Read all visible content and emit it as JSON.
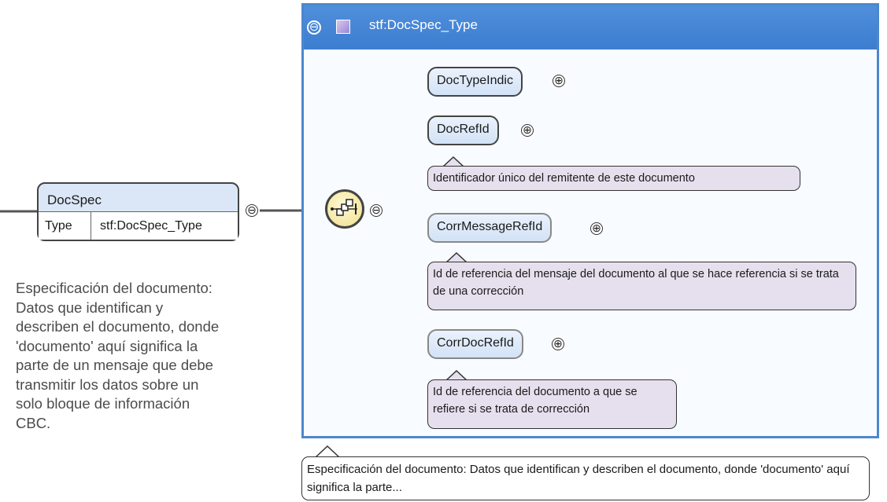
{
  "diagram": {
    "root": {
      "name": "DocSpec",
      "type_label": "Type",
      "type_value": "stf:DocSpec_Type",
      "collapse_symbol": "⊖",
      "documentation": "Especificación del documento: Datos que identifican y describen el documento, donde 'documento' aquí significa la parte de un mensaje que debe transmitir los datos sobre un solo bloque de información CBC."
    },
    "complex_type": {
      "title": "stf:DocSpec_Type",
      "collapse_symbol": "⊖",
      "compositor": "sequence",
      "compositor_collapse_symbol": "⊖",
      "documentation": "Especificación del documento: Datos que identifican y describen el documento, donde 'documento' aquí significa la parte...",
      "header_color": "#4a8ad9",
      "border_color": "#4d87cc"
    },
    "children": [
      {
        "name": "DocTypeIndic",
        "required": true,
        "expand_symbol": "⊕",
        "annotation": ""
      },
      {
        "name": "DocRefId",
        "required": true,
        "expand_symbol": "⊕",
        "annotation": "Identificador único del remitente de este documento"
      },
      {
        "name": "CorrMessageRefId",
        "required": false,
        "expand_symbol": "⊕",
        "annotation": "Id de referencia del mensaje del documento al que se hace referencia si se trata de una corrección"
      },
      {
        "name": "CorrDocRefId",
        "required": false,
        "expand_symbol": "⊕",
        "annotation": "Id de referencia del documento a que se refiere si se trata de corrección"
      }
    ]
  }
}
